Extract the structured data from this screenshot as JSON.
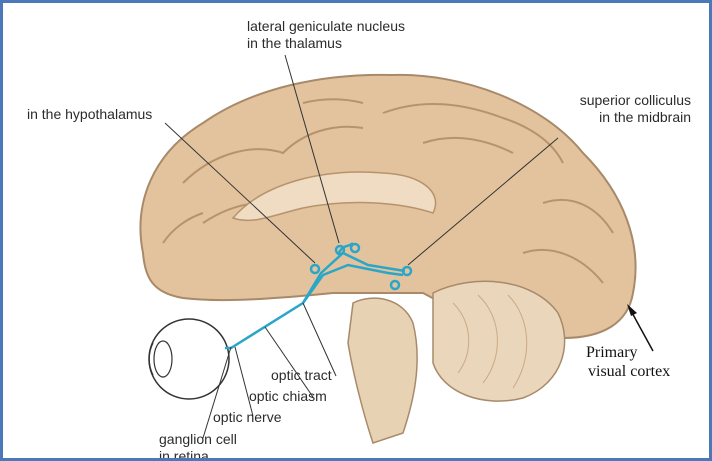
{
  "labels": {
    "lgn_line1": "lateral geniculate nucleus",
    "lgn_line2": "in the thalamus",
    "hypothalamus": "in the hypothalamus",
    "sc_line1": "superior colliculus",
    "sc_line2": "in the midbrain",
    "optic_tract": "optic tract",
    "optic_chiasm": "optic chiasm",
    "optic_nerve": "optic nerve",
    "ganglion_line1": "ganglion cell",
    "ganglion_line2": "in retina",
    "visual_cortex_line1": "Primary",
    "visual_cortex_line2": "visual cortex"
  },
  "colors": {
    "frame": "#4a78b8",
    "pathway": "#2aa6c8",
    "brain": "#e2c39d",
    "brain_outline": "#a88a6a"
  }
}
